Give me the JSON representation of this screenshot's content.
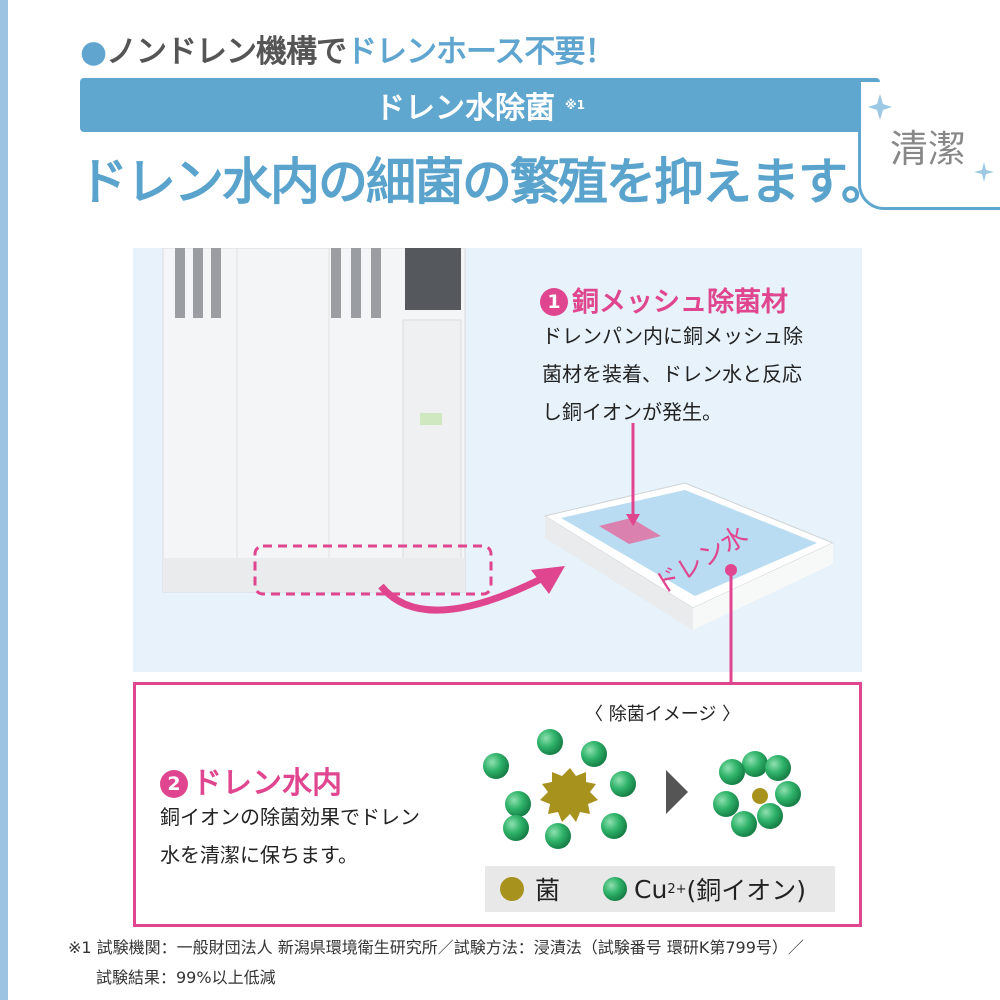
{
  "header": {
    "bullet": "●",
    "lead": "ノンドレン機構で",
    "highlight": "ドレンホース不要！"
  },
  "banner": {
    "label": "ドレン水除菌",
    "note": "※1"
  },
  "badge": {
    "label": "清潔"
  },
  "title": "ドレン水内の細菌の繁殖を抑えます。",
  "point1": {
    "number": "1",
    "title": "銅メッシュ除菌材",
    "lines": [
      "ドレンパン内に銅メッシュ除",
      "菌材を装着、ドレン水と反応",
      "し銅イオンが発生。"
    ]
  },
  "tray_label": "ドレン水",
  "point2": {
    "number": "2",
    "title": "ドレン水内",
    "lines": [
      "銅イオンの除菌効果でドレン",
      "水を清潔に保ちます。"
    ]
  },
  "image_label": "〈 除菌イメージ 〉",
  "legend": {
    "bacteria": "菌",
    "ion": "Cu",
    "ion_sup": "2+",
    "ion_desc": "(銅イオン)"
  },
  "footnote": {
    "line1": "※1 試験機関：一般財団法人 新潟県環境衛生研究所／試験方法：浸漬法（試験番号 環研K第799号）／",
    "line2": "試験結果：99%以上低減"
  },
  "colors": {
    "blue": "#5fa7cf",
    "pink": "#e0468f",
    "green": "#2fb36a",
    "bacteria": "#a8921e"
  }
}
